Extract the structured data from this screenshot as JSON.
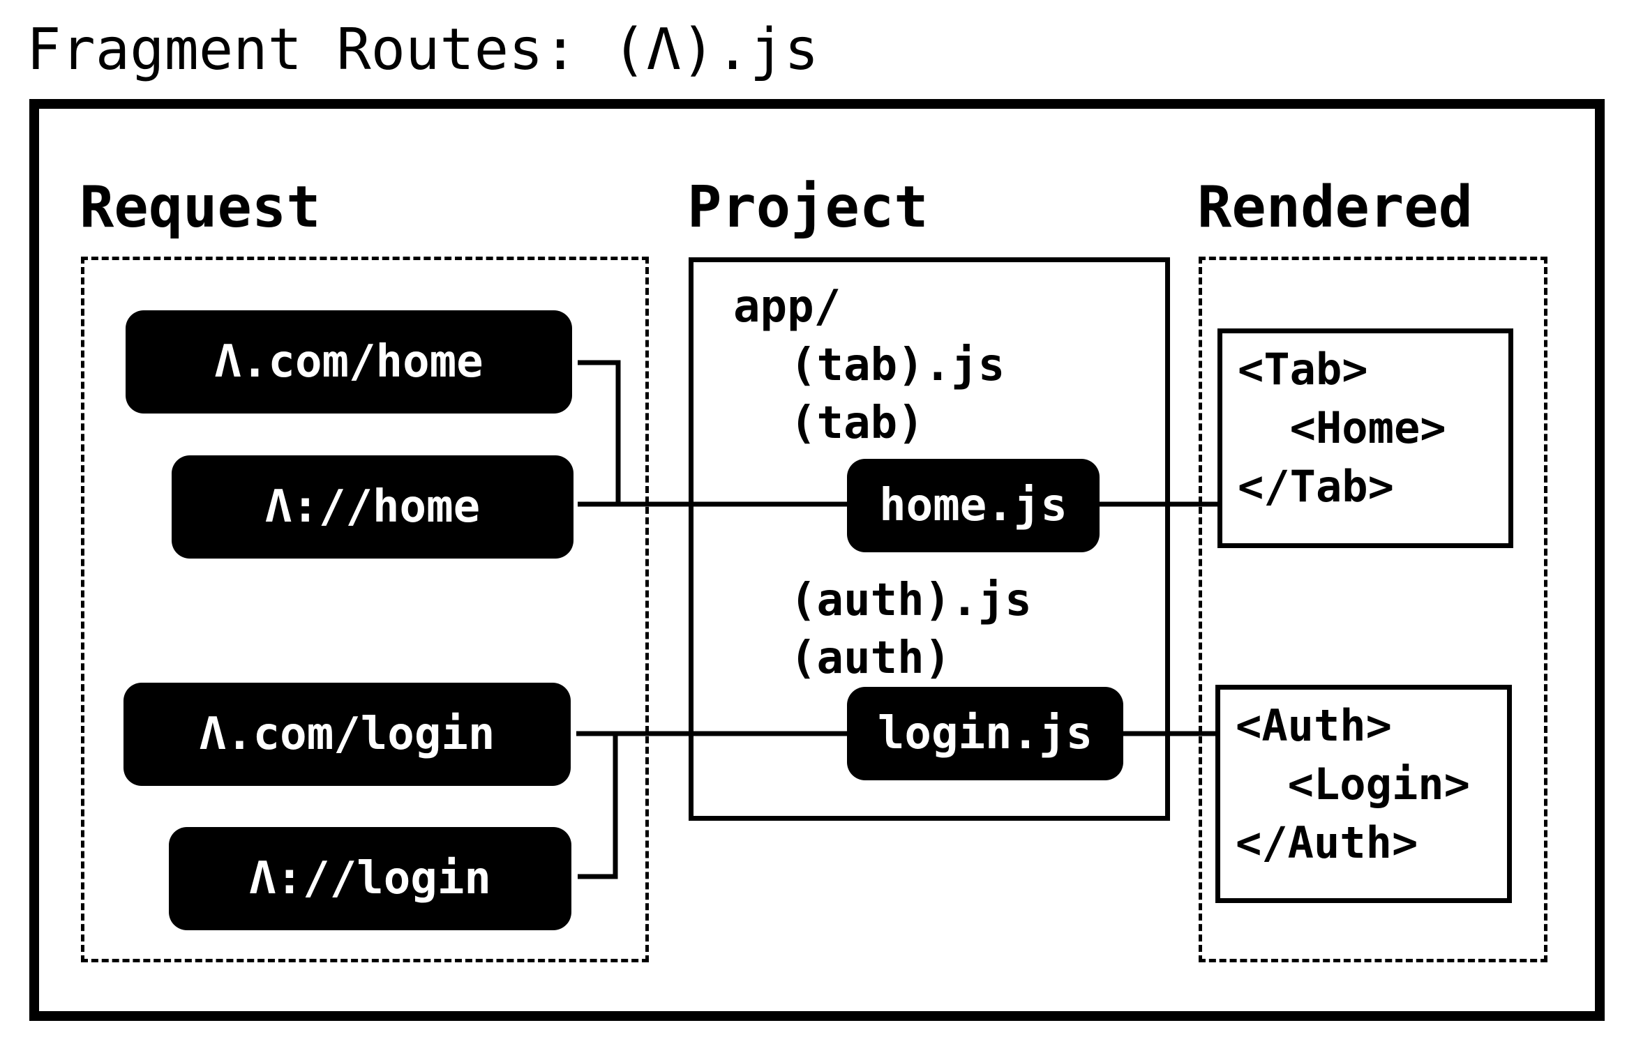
{
  "title": "Fragment Routes: (Λ).js",
  "columns": {
    "request": "Request",
    "project": "Project",
    "rendered": "Rendered"
  },
  "requests": [
    "Λ.com/home",
    "Λ://home",
    "Λ.com/login",
    "Λ://login"
  ],
  "project": {
    "root": "app/",
    "tab_layout": "(tab).js",
    "tab_group": "(tab)",
    "home_file": "home.js",
    "auth_layout": "(auth).js",
    "auth_group": "(auth)",
    "login_file": "login.js"
  },
  "rendered": {
    "tab": [
      "<Tab>",
      "  <Home>",
      "</Tab>"
    ],
    "auth": [
      "<Auth>",
      "  <Login>",
      "</Auth>"
    ]
  },
  "colors": {
    "ink": "#000000",
    "paper": "#ffffff"
  }
}
